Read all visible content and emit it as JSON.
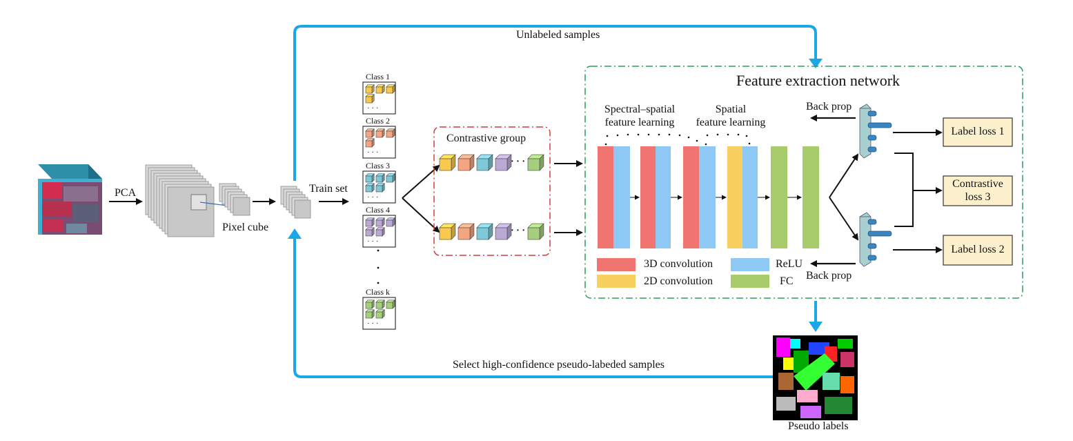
{
  "labels": {
    "unlabeled": "Unlabeled samples",
    "pca": "PCA",
    "pixel_cube": "Pixel cube",
    "train_set": "Train set",
    "select": "Select high-confidence pseudo-labeded samples",
    "pseudo_labels": "Pseudo labels",
    "contrastive_group": "Contrastive group",
    "feature_network": "Feature extraction network",
    "spectral_spatial": "Spectral–spatial\nfeature learning",
    "spatial": "Spatial\nfeature learning",
    "back_prop_top": "Back prop",
    "back_prop_bottom": "Back prop",
    "label_loss_1": "Label loss 1",
    "contrastive_loss_3": "Contrastive\nloss 3",
    "label_loss_2": "Label loss 2",
    "ellipsis": "· · ·"
  },
  "classes": [
    {
      "label": "Class 1",
      "color": "#f9c94e"
    },
    {
      "label": "Class 2",
      "color": "#f4a582"
    },
    {
      "label": "Class 3",
      "color": "#7ec8d8"
    },
    {
      "label": "Class 4",
      "color": "#b9a9d4"
    },
    {
      "label": "Class k",
      "color": "#a6cf7d"
    }
  ],
  "legend": [
    {
      "label": "3D convolution",
      "color": "#f07470"
    },
    {
      "label": "2D convolution",
      "color": "#f9d060"
    },
    {
      "label": "ReLU",
      "color": "#8ec8f4"
    },
    {
      "label": "FC",
      "color": "#a8cc6c"
    }
  ],
  "colors": {
    "flow_arrow": "#1aa7e6",
    "contrastive_border": "#d63a3a",
    "network_border": "#2a9d5b",
    "loss_fill": "#fdf0cc",
    "loss_border": "#333333"
  }
}
